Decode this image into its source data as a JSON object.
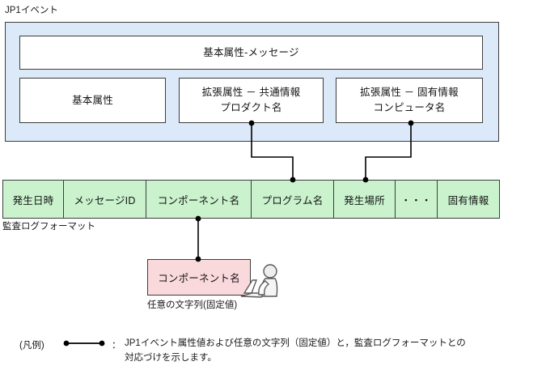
{
  "diagram": {
    "jp1_event": {
      "caption": "JP1イベント",
      "boxes": [
        {
          "name": "basic-message",
          "lines": [
            "基本属性-メッセージ"
          ]
        },
        {
          "name": "basic-attribute",
          "lines": [
            "基本属性"
          ]
        },
        {
          "name": "extended-common",
          "lines": [
            "拡張属性 － 共通情報",
            "プロダクト名"
          ]
        },
        {
          "name": "extended-unique",
          "lines": [
            "拡張属性 － 固有情報",
            "コンピュータ名"
          ]
        }
      ]
    },
    "audit_log": {
      "caption": "監査ログフォーマット",
      "columns": [
        "発生日時",
        "メッセージID",
        "コンポーネント名",
        "プログラム名",
        "発生場所",
        "・・・",
        "固有情報"
      ]
    },
    "component_box": {
      "label": "コンポーネント名",
      "caption": "任意の文字列(固定値)"
    },
    "legend": {
      "label": "(凡例)",
      "colon": "：",
      "line1": "JP1イベント属性値および任意の文字列（固定値）と，監査ログフォーマットとの",
      "line2": "対応づけを示します。"
    },
    "colors": {
      "jp1_event_fill": "#dbe9f9",
      "audit_log_fill": "#c9f2cd",
      "component_fill": "#fad9dd",
      "stroke": "#3d3d3d",
      "connector": "#000000"
    }
  }
}
